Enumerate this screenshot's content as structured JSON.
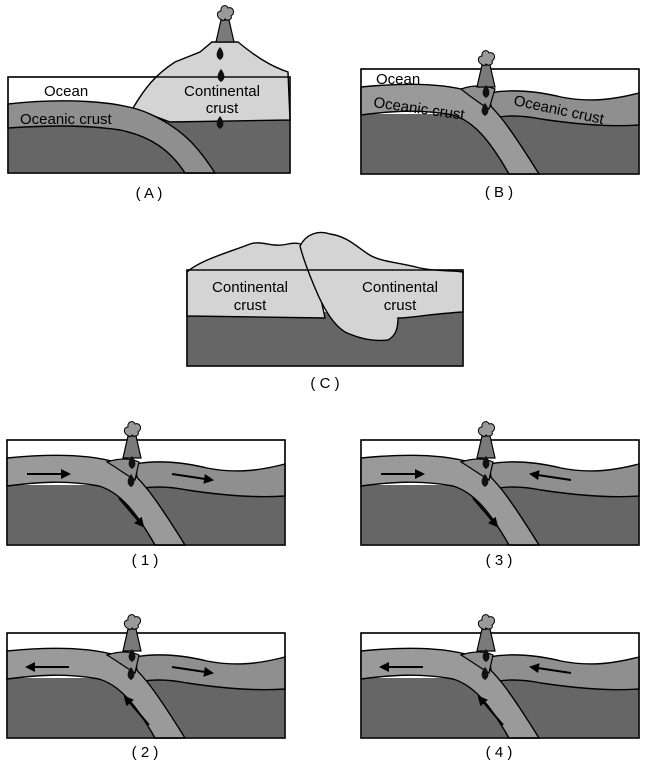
{
  "colors": {
    "mantle": "#666666",
    "oceanic_crust": "#8f8f8f",
    "subducting_plate": "#9a9a9a",
    "continental_crust": "#d4d4d4",
    "ocean": "#ffffff",
    "volcano": "#7a7a7a",
    "magma": "#111111",
    "outline": "#000000"
  },
  "panel_a": {
    "ocean_label": "Ocean",
    "oceanic_crust_label": "Oceanic crust",
    "continental_label_line1": "Continental",
    "continental_label_line2": "crust",
    "caption": "( A )"
  },
  "panel_b": {
    "ocean_label": "Ocean",
    "oceanic_crust_left_label": "Oceanic crust",
    "oceanic_crust_right_label": "Oceanic crust",
    "caption": "( B )"
  },
  "panel_c": {
    "left_label_line1": "Continental",
    "left_label_line2": "crust",
    "right_label_line1": "Continental",
    "right_label_line2": "crust",
    "caption": "( C )"
  },
  "options": [
    {
      "caption": "( 1 )",
      "left_arrow": "right",
      "right_arrow": "right",
      "slab_arrow": "down"
    },
    {
      "caption": "( 3 )",
      "left_arrow": "right",
      "right_arrow": "left",
      "slab_arrow": "down"
    },
    {
      "caption": "( 2 )",
      "left_arrow": "left",
      "right_arrow": "right",
      "slab_arrow": "up"
    },
    {
      "caption": "( 4 )",
      "left_arrow": "left",
      "right_arrow": "left",
      "slab_arrow": "up"
    }
  ]
}
